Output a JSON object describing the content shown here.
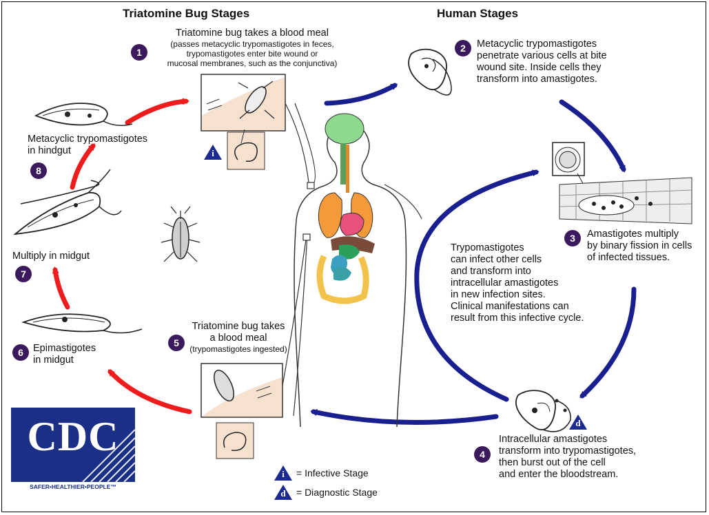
{
  "headings": {
    "left": "Triatomine Bug Stages",
    "right": "Human Stages"
  },
  "stages": {
    "s1": {
      "number": "1",
      "title": "Triatomine bug takes a blood meal",
      "detail_lines": [
        "(passes metacyclic trypomastigotes in feces,",
        "trypomastigotes enter bite wound or",
        "mucosal membranes, such as the conjunctiva)"
      ]
    },
    "s2": {
      "number": "2",
      "lines": [
        "Metacyclic trypomastigotes",
        "penetrate various cells at bite",
        "wound site.  Inside cells they",
        "transform into amastigotes."
      ]
    },
    "s3": {
      "number": "3",
      "lines": [
        "Amastigotes multiply",
        "by binary fission in cells",
        "of infected tissues."
      ]
    },
    "s4": {
      "number": "4",
      "lines": [
        "Intracellular amastigotes",
        "transform into trypomastigotes,",
        "then burst out of the cell",
        "and enter the bloodstream."
      ]
    },
    "s5": {
      "number": "5",
      "title_lines": [
        "Triatomine bug takes",
        "a blood meal"
      ],
      "detail": "(trypomastigotes ingested)"
    },
    "s6": {
      "number": "6",
      "lines": [
        "Epimastigotes",
        "in midgut"
      ]
    },
    "s7": {
      "number": "7",
      "lines": [
        "Multiply in midgut"
      ]
    },
    "s8": {
      "number": "8",
      "lines": [
        "Metacyclic trypomastigotes",
        "in hindgut"
      ]
    }
  },
  "center_note": [
    "Trypomastigotes",
    "can infect other cells",
    "and transform into",
    "intracellular amastigotes",
    "in new infection sites.",
    "Clinical manifestations can",
    "result from this infective cycle."
  ],
  "markers": {
    "infective": "i",
    "diagnostic": "d"
  },
  "legend": {
    "infective": {
      "symbol": "i",
      "label": "= Infective Stage"
    },
    "diagnostic": {
      "symbol": "d",
      "label": "= Diagnostic Stage"
    }
  },
  "logo": {
    "letters": "CDC",
    "tagline": "SAFER•HEALTHIER•PEOPLE™"
  },
  "colors": {
    "bug_cycle_arrow": "#ee1c1c",
    "human_cycle_arrow": "#1a1f8f",
    "badge": "#3a1a5c",
    "marker": "#1a2a8f",
    "logo_bg": "#1b2f86"
  }
}
